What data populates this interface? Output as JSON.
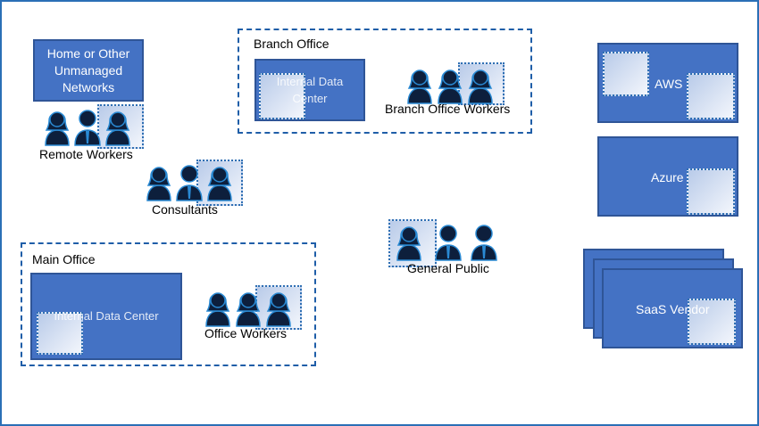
{
  "home_networks": {
    "label": "Home or Other Unmanaged Networks"
  },
  "remote_workers": {
    "label": "Remote Workers"
  },
  "consultants": {
    "label": "Consultants"
  },
  "branch_office": {
    "title": "Branch Office",
    "datacenter_label": "Internal Data Center",
    "workers_label": "Branch Office Workers"
  },
  "main_office": {
    "title": "Main Office",
    "datacenter_label": "Internal Data Center",
    "workers_label": "Office Workers"
  },
  "general_public": {
    "label": "General Public"
  },
  "aws": {
    "label": "AWS"
  },
  "azure": {
    "label": "Azure"
  },
  "saas": {
    "label": "SaaS Vendor"
  },
  "colors": {
    "box_fill": "#4472c4",
    "box_border": "#2f5597",
    "dashed_border": "#1f5ea8",
    "person_fill": "#0d1f3c",
    "person_outline": "#2a8ad4"
  }
}
